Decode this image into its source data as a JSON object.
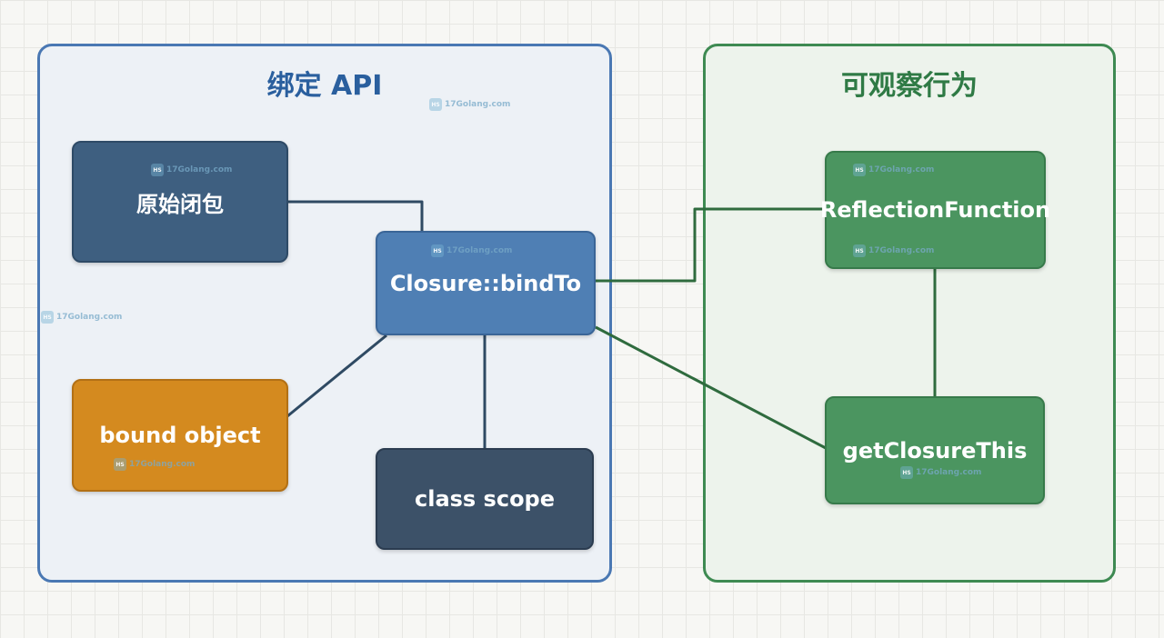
{
  "panels": {
    "left": {
      "title": "绑定 API"
    },
    "right": {
      "title": "可观察行为"
    }
  },
  "nodes": {
    "original_closure": "原始闭包",
    "bind_to": "Closure::bindTo",
    "bound_object": "bound object",
    "class_scope": "class scope",
    "reflection_function": "ReflectionFunction",
    "get_closure_this": "getClosureThis"
  },
  "watermark": {
    "text": "17Golang.com"
  },
  "colors": {
    "left_panel_border": "#4a78b3",
    "right_panel_border": "#3e8a52",
    "left_connector": "#2f4a63",
    "right_connector": "#2f6b3e"
  }
}
